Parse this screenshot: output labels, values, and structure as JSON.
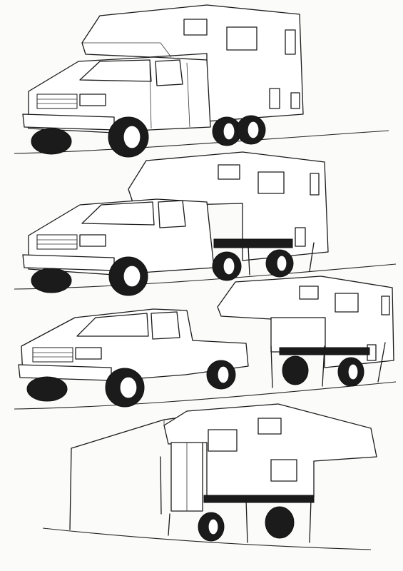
{
  "illustration": {
    "scenes": [
      {
        "id": "camper-mounted-on-tandem-axle-truck"
      },
      {
        "id": "camper-on-jack-legs-lowered-onto-chassis"
      },
      {
        "id": "truck-detached-camper-standing-on-trailer"
      },
      {
        "id": "camper-trailer-with-extended-awning"
      }
    ],
    "colors": {
      "ink": "#1a1a1a",
      "paper": "#fbfbfa",
      "tire": "#1b1b1b"
    }
  }
}
